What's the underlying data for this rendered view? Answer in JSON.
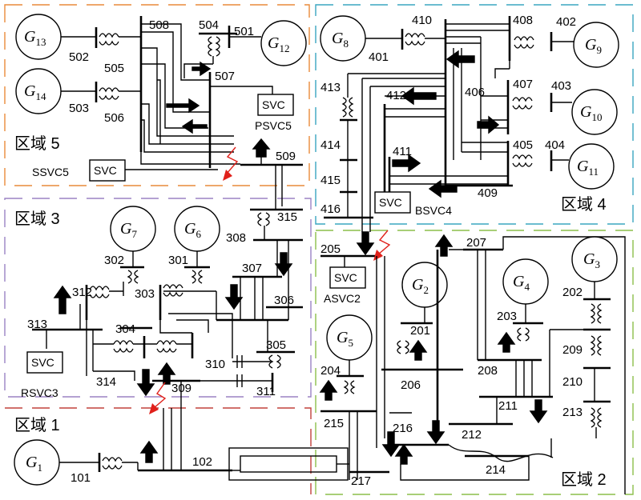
{
  "areas": [
    {
      "id": "5",
      "label": "区域 5",
      "color": "#e98a3a"
    },
    {
      "id": "4",
      "label": "区域 4",
      "color": "#3aa6c0"
    },
    {
      "id": "3",
      "label": "区域 3",
      "color": "#9b82c4"
    },
    {
      "id": "2",
      "label": "区域 2",
      "color": "#8cbf4a"
    },
    {
      "id": "1",
      "label": "区域 1",
      "color": "#c2403c"
    }
  ],
  "generators": [
    {
      "id": "G13",
      "main": "G",
      "sub": "13"
    },
    {
      "id": "G14",
      "main": "G",
      "sub": "14"
    },
    {
      "id": "G12",
      "main": "G",
      "sub": "12"
    },
    {
      "id": "G8",
      "main": "G",
      "sub": "8"
    },
    {
      "id": "G9",
      "main": "G",
      "sub": "9"
    },
    {
      "id": "G10",
      "main": "G",
      "sub": "10"
    },
    {
      "id": "G11",
      "main": "G",
      "sub": "11"
    },
    {
      "id": "G7",
      "main": "G",
      "sub": "7"
    },
    {
      "id": "G6",
      "main": "G",
      "sub": "6"
    },
    {
      "id": "G2",
      "main": "G",
      "sub": "2"
    },
    {
      "id": "G4",
      "main": "G",
      "sub": "4"
    },
    {
      "id": "G3",
      "main": "G",
      "sub": "3"
    },
    {
      "id": "G5",
      "main": "G",
      "sub": "5"
    },
    {
      "id": "G1",
      "main": "G",
      "sub": "1"
    }
  ],
  "svc": {
    "box_label": "SVC",
    "names": {
      "psvc5": "PSVC5",
      "ssvc5": "SSVC5",
      "bsvc4": "BSVC4",
      "asvc2": "ASVC2",
      "rsvc3": "RSVC3"
    }
  },
  "buses": {
    "b501": "501",
    "b502": "502",
    "b503": "503",
    "b504": "504",
    "b505": "505",
    "b506": "506",
    "b507": "507",
    "b508": "508",
    "b509": "509",
    "b401": "401",
    "b402": "402",
    "b403": "403",
    "b404": "404",
    "b405": "405",
    "b406": "406",
    "b407": "407",
    "b408": "408",
    "b409": "409",
    "b410": "410",
    "b411": "411",
    "b412": "412",
    "b413": "413",
    "b414": "414",
    "b415": "415",
    "b416": "416",
    "b301": "301",
    "b302": "302",
    "b303": "303",
    "b304": "304",
    "b305": "305",
    "b306": "306",
    "b307": "307",
    "b308": "308",
    "b309": "309",
    "b310": "310",
    "b311": "311",
    "b312": "312",
    "b313": "313",
    "b314": "314",
    "b315": "315",
    "b201": "201",
    "b202": "202",
    "b203": "203",
    "b204": "204",
    "b205": "205",
    "b206": "206",
    "b207": "207",
    "b208": "208",
    "b209": "209",
    "b210": "210",
    "b211": "211",
    "b212": "212",
    "b213": "213",
    "b214": "214",
    "b215": "215",
    "b216": "216",
    "b217": "217",
    "b101": "101",
    "b102": "102"
  }
}
